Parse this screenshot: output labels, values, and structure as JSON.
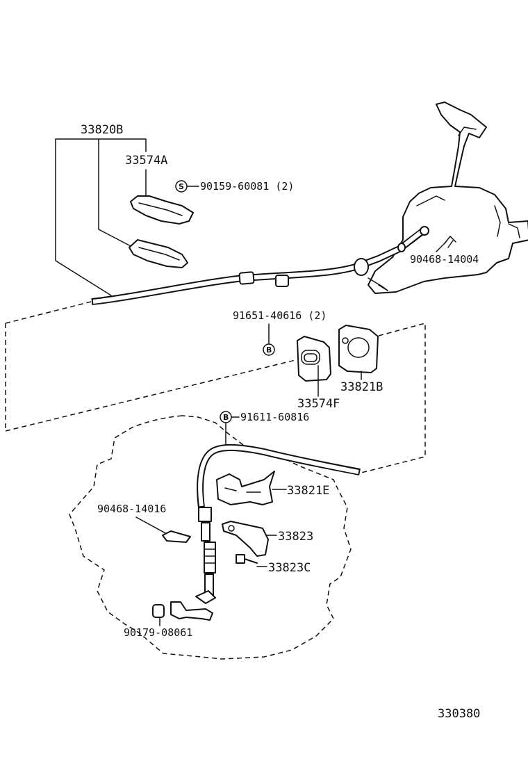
{
  "labels": {
    "p33820b": "33820B",
    "p33574a": "33574A",
    "p90159": "90159-60081 (2)",
    "p90468_14004": "90468-14004",
    "p91651": "91651-40616 (2)",
    "p33821b": "33821B",
    "p33574f": "33574F",
    "p91611": "91611-60816",
    "p33821e": "33821E",
    "p90468_14016": "90468-14016",
    "p33823": "33823",
    "p33823c": "33823C",
    "p90179": "90179-08061",
    "diagram_number": "330380"
  },
  "symbols": {
    "s_mark": "S",
    "b_mark": "B"
  }
}
